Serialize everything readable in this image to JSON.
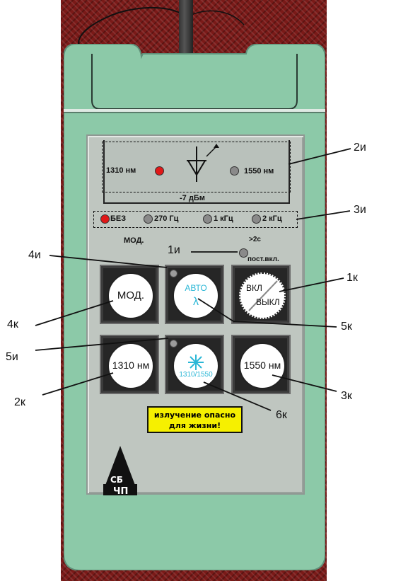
{
  "display": {
    "wavelength_left": "1310 нм",
    "wavelength_right": "1550 нм",
    "power": "-7 дБм"
  },
  "modulation": {
    "options": [
      "БЕЗ",
      "270 Гц",
      "1 кГц",
      "2 кГц"
    ],
    "label": "МОД."
  },
  "indicator_1": {
    "line1": ">2с",
    "line2": "пост.вкл."
  },
  "buttons": {
    "mod": "МОД.",
    "auto_line1": "АВТО",
    "auto_line2": "λ",
    "power_on": "ВКЛ",
    "power_off": "ВЫКЛ",
    "wl_1310": "1310 нм",
    "wl_both": "1310/1550",
    "wl_1550": "1550 нм"
  },
  "warning": {
    "line1": "излучение опасно",
    "line2": "для жизни!"
  },
  "callouts": {
    "c2i": "2и",
    "c3i": "3и",
    "c1i": "1и",
    "c4i": "4и",
    "c1k": "1к",
    "c4k": "4к",
    "c5k": "5к",
    "c5i": "5и",
    "c2k": "2к",
    "c3k": "3к",
    "c6k": "6к"
  },
  "colors": {
    "device_body": "#8cc9a8",
    "panel": "#bfc6c0",
    "led_active": "#e01818",
    "led_inactive": "#8a8a8a",
    "warning_bg": "#f6f000",
    "accent_text": "#2ab7d6"
  }
}
